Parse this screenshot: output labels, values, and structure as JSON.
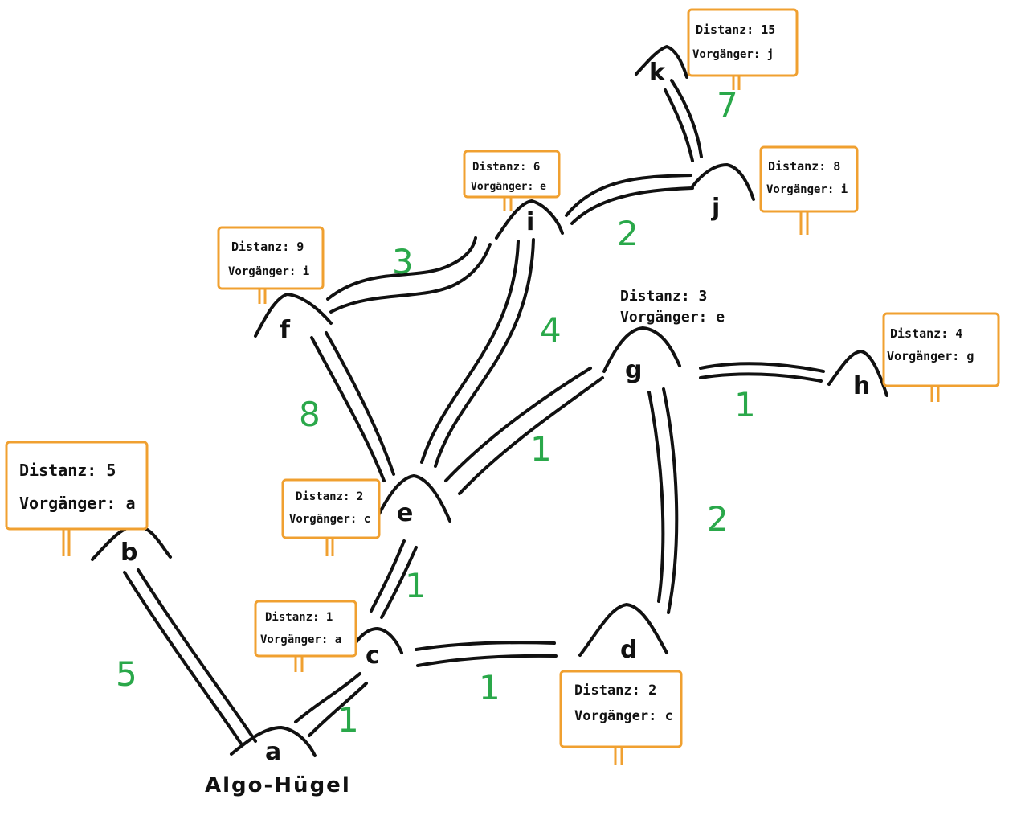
{
  "caption": "Algo-Hügel",
  "edge_color": "#111111",
  "weight_color": "#2aa84a",
  "sign_color": "#f0a030",
  "nodes": {
    "a": {
      "label": "a"
    },
    "b": {
      "label": "b"
    },
    "c": {
      "label": "c"
    },
    "d": {
      "label": "d"
    },
    "e": {
      "label": "e"
    },
    "f": {
      "label": "f"
    },
    "g": {
      "label": "g"
    },
    "h": {
      "label": "h"
    },
    "i": {
      "label": "i"
    },
    "j": {
      "label": "j"
    },
    "k": {
      "label": "k"
    }
  },
  "edges": {
    "ab": {
      "weight": "5"
    },
    "ac": {
      "weight": "1"
    },
    "cd": {
      "weight": "1"
    },
    "ce": {
      "weight": "1"
    },
    "dg": {
      "weight": "2"
    },
    "ef": {
      "weight": "8"
    },
    "eg": {
      "weight": "1"
    },
    "ei": {
      "weight": "4"
    },
    "fi": {
      "weight": "3"
    },
    "gh": {
      "weight": "1"
    },
    "ij": {
      "weight": "2"
    },
    "jk": {
      "weight": "7"
    }
  },
  "signs": {
    "b": {
      "distance": "Distanz: 5",
      "predecessor": "Vorgänger: a"
    },
    "c": {
      "distance": "Distanz: 1",
      "predecessor": "Vorgänger: a"
    },
    "d": {
      "distance": "Distanz: 2",
      "predecessor": "Vorgänger: c"
    },
    "e": {
      "distance": "Distanz: 2",
      "predecessor": "Vorgänger: c"
    },
    "f": {
      "distance": "Distanz: 9",
      "predecessor": "Vorgänger: i"
    },
    "g": {
      "distance": "Distanz: 3",
      "predecessor": "Vorgänger: e"
    },
    "h": {
      "distance": "Distanz: 4",
      "predecessor": "Vorgänger: g"
    },
    "i": {
      "distance": "Distanz: 6",
      "predecessor": "Vorgänger: e"
    },
    "j": {
      "distance": "Distanz: 8",
      "predecessor": "Vorgänger: i"
    },
    "k": {
      "distance": "Distanz: 15",
      "predecessor": "Vorgänger: j"
    }
  }
}
